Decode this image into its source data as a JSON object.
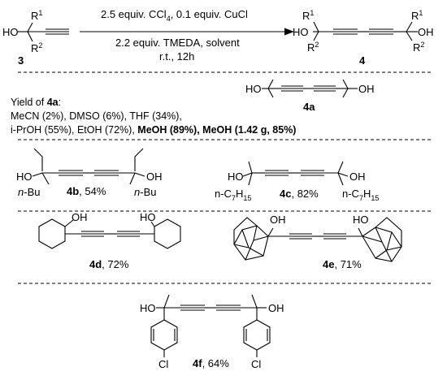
{
  "reaction": {
    "reagents_line1_a": "2.5 equiv. CCl",
    "reagents_line1_sub": "4",
    "reagents_line1_b": ", 0.1 equiv. CuCl",
    "reagents_line2": "2.2 equiv. TMEDA, solvent",
    "reagents_line3": "r.t., 12h",
    "sm_R1": "R",
    "sm_R1_sup": "1",
    "sm_R2": "R",
    "sm_R2_sup": "2",
    "sm_HO": "HO",
    "sm_label": "3",
    "pr_HO": "HO",
    "pr_OH": "OH",
    "pr_label": "4"
  },
  "yields": {
    "heading_pre": "Yield of ",
    "heading_bold": "4a",
    "heading_post": ":",
    "line1": "MeCN (2%), DMSO (6%), THF (34%),",
    "line2_a": "i-PrOH (55%), EtOH (72%), ",
    "line2_b": "MeOH (89%),  MeOH (1.42 g, 85%)"
  },
  "compounds": {
    "4a": {
      "label": "4a",
      "HO": "HO",
      "OH": "OH"
    },
    "4b": {
      "label": "4b",
      "yield": ", 54%",
      "HO": "HO",
      "OH": "OH",
      "nBu": "-Bu",
      "n": "n"
    },
    "4c": {
      "label": "4c",
      "yield": ", 82%",
      "HO": "HO",
      "OH": "OH",
      "heptyl": "n-C",
      "sub": "7",
      "sub2": "H",
      "sub3": "15"
    },
    "4d": {
      "label": "4d",
      "yield": ", 72%",
      "OH": "OH",
      "HO": "HO"
    },
    "4e": {
      "label": "4e",
      "yield": ", 71%",
      "OH": "OH",
      "HO": "HO"
    },
    "4f": {
      "label": "4f",
      "yield": ", 64%",
      "HO": "HO",
      "OH": "OH",
      "Cl": "Cl"
    }
  }
}
